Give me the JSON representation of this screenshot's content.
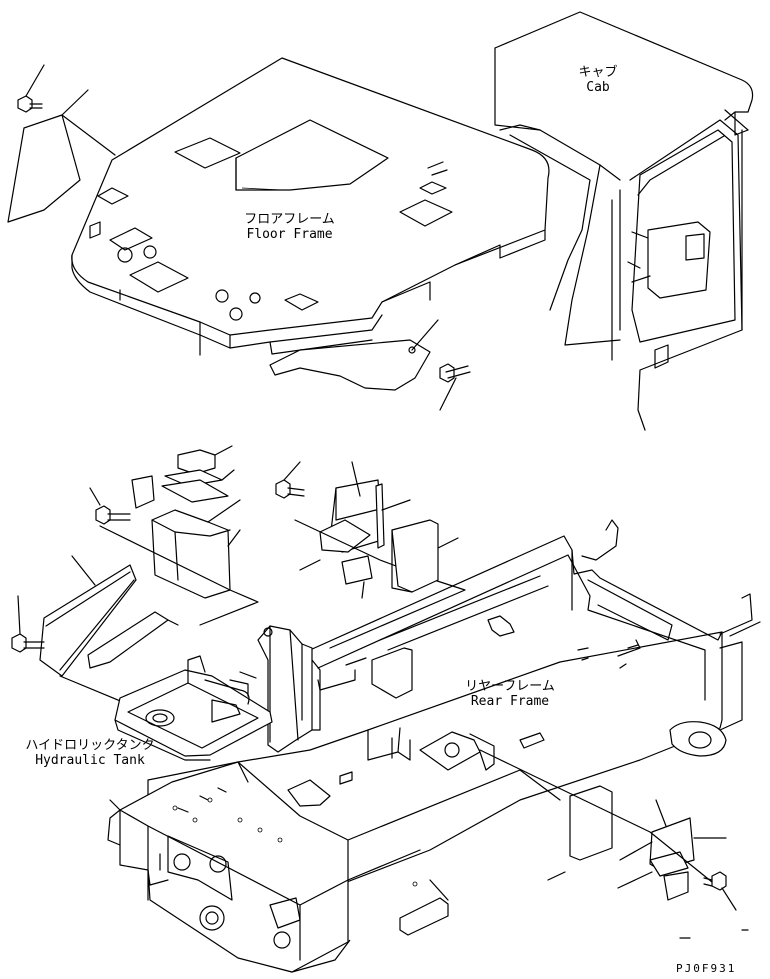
{
  "labels": {
    "cab_jp": "キャブ",
    "cab_en": "Cab",
    "floor_jp": "フロアフレーム",
    "floor_en": "Floor Frame",
    "rear_jp": "リヤーフレーム",
    "rear_en": "Rear Frame",
    "tank_jp": "ハイドロリックタンク",
    "tank_en": "Hydraulic Tank"
  },
  "drawing_code": "PJ0F931"
}
